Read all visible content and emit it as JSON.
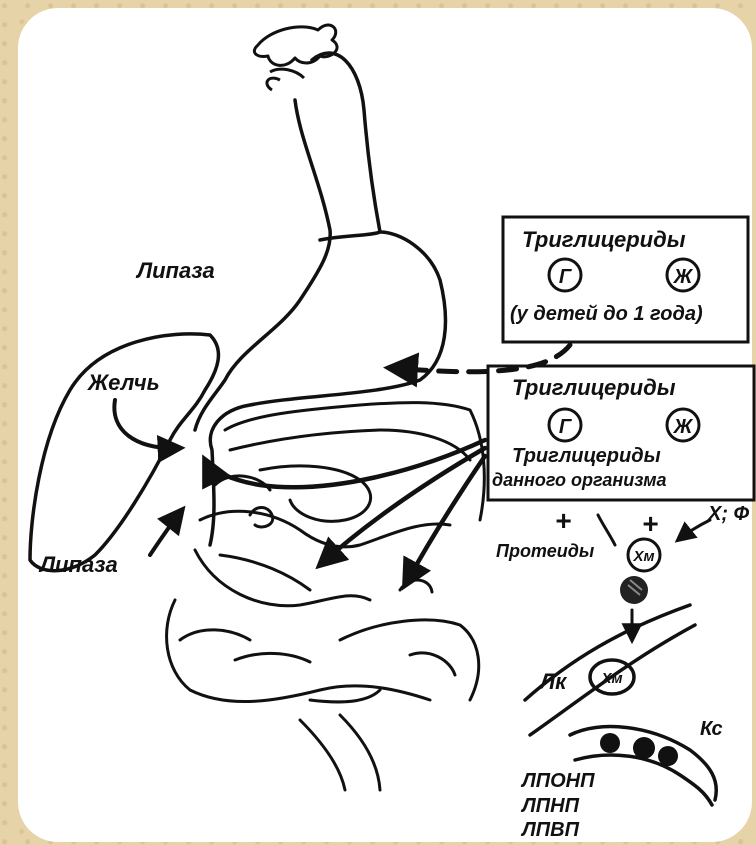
{
  "labels": {
    "lipase_top": "Липаза",
    "bile": "Желчь",
    "lipase_bottom": "Липаза",
    "box1_title": "Триглицериды",
    "box1_g": "Г",
    "box1_zh": "Ж",
    "box1_note": "(у детей до 1 года)",
    "box2_title": "Триглицериды",
    "box2_g": "Г",
    "box2_zh": "Ж",
    "box2_line1": "Триглицериды",
    "box2_line2": "данного организма",
    "plus1": "+",
    "plus2": "+",
    "xf": "Х; Ф",
    "proteins": "Протеиды",
    "hm1": "Хм",
    "lk": "Лк",
    "hm2": "Хм",
    "ks": "Кс",
    "lponp": "ЛПОНП",
    "lpnp": "ЛПНП",
    "lpvp": "ЛПВП"
  },
  "colors": {
    "ink": "#111111",
    "background": "#e6d3a8",
    "panel": "#ffffff"
  }
}
